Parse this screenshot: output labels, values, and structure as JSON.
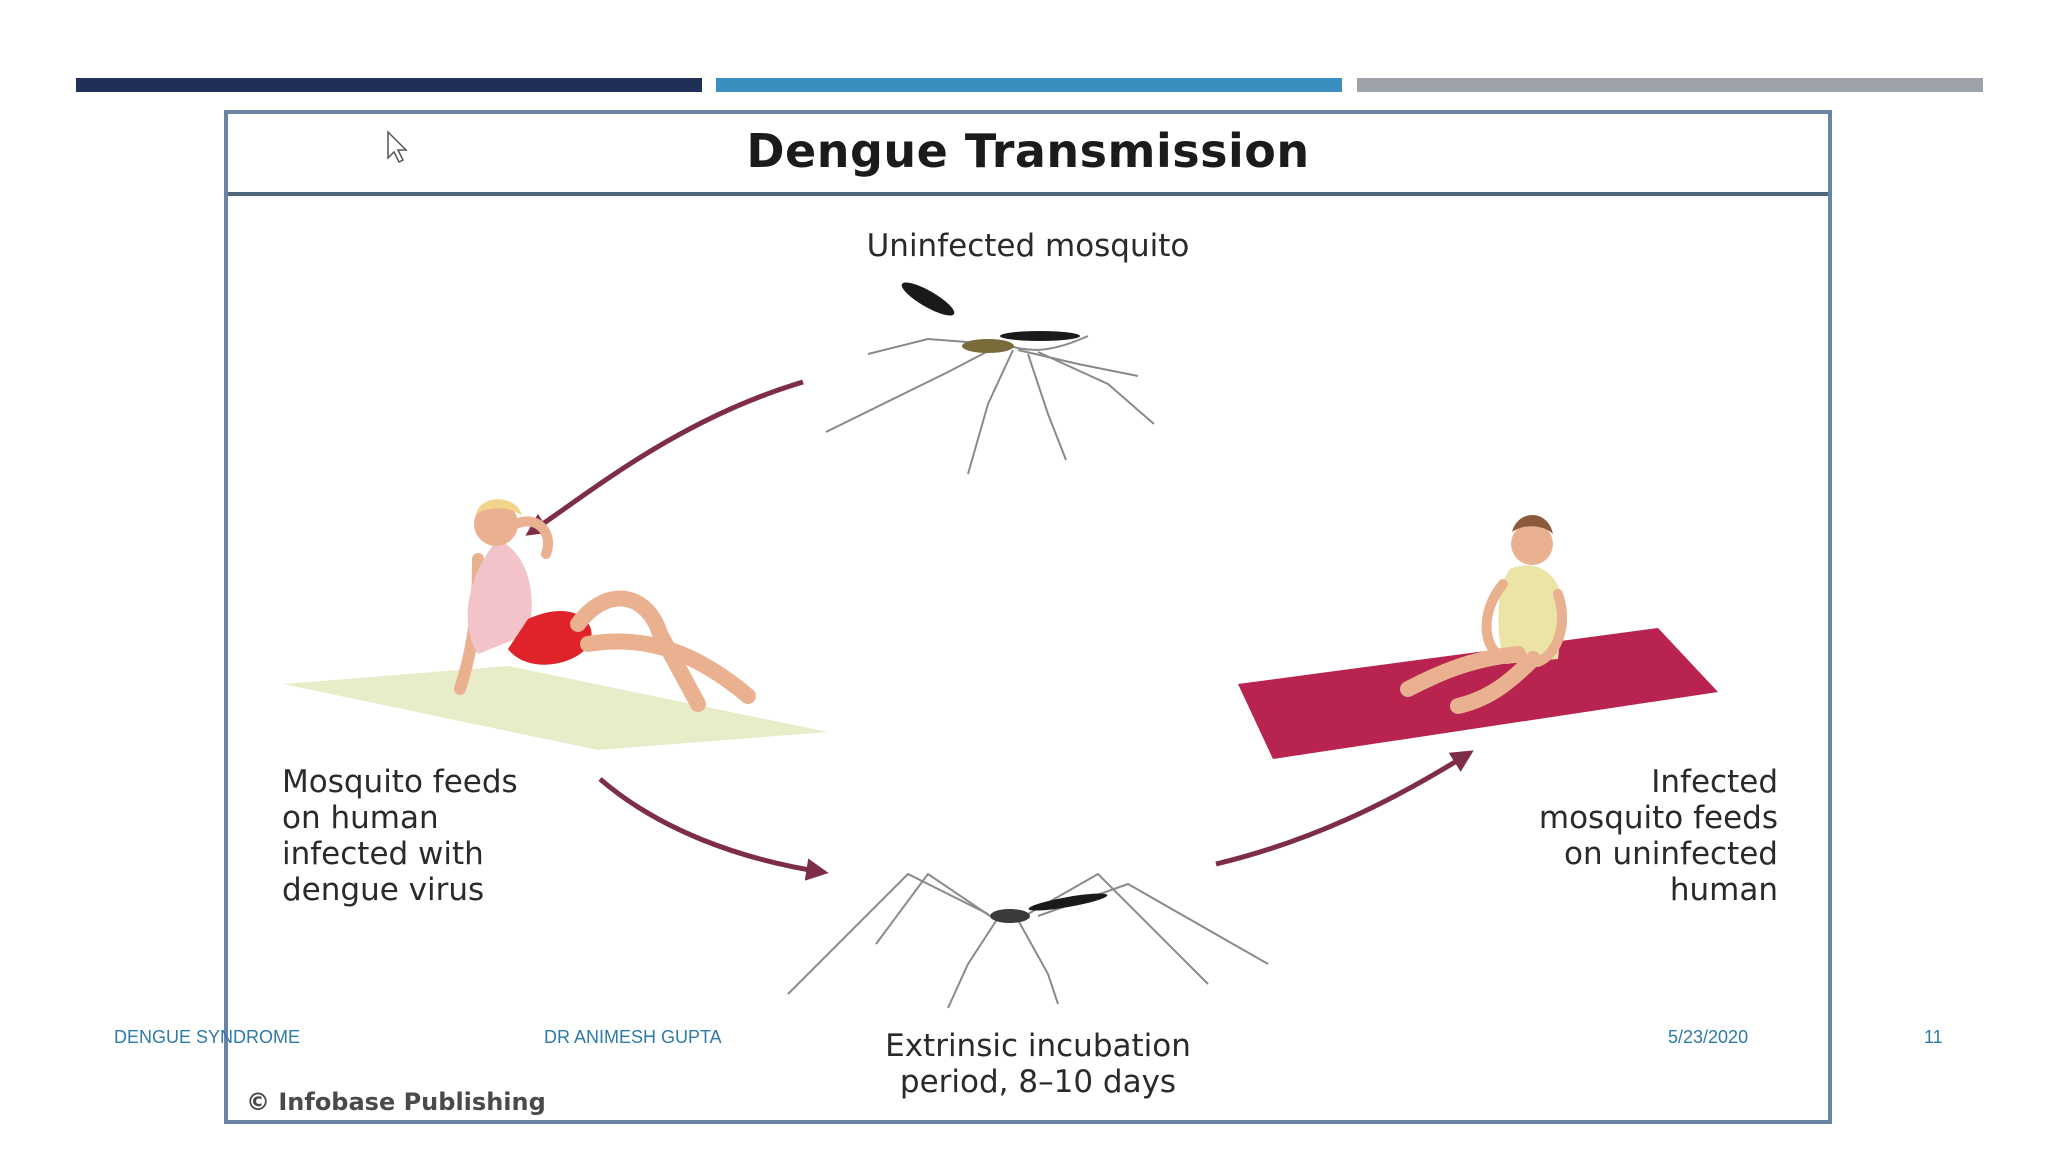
{
  "colors": {
    "bar_navy": "#1f2f57",
    "bar_blue": "#3b8ec0",
    "bar_gray": "#9ea3aa",
    "arrow": "#7d2d45",
    "frame": "#6a83a3",
    "footer_text": "#2e7aa8",
    "mat_left": "#e9ecc8",
    "mat_right": "#b8244f",
    "shorts_red": "#e0232a",
    "top_pink": "#f2c4c9",
    "skin": "#e9b18f",
    "outfit_cream": "#ece3a6"
  },
  "figure": {
    "title": "Dengue Transmission",
    "labels": {
      "uninfected_mosquito": "Uninfected mosquito",
      "infected_human_feeding": "Mosquito feeds\non human\ninfected with\ndengue virus",
      "uninfected_human_feeding": "Infected\nmosquito feeds\non uninfected\nhuman",
      "incubation": "Extrinsic incubation\nperiod, 8–10 days"
    },
    "credit": "© Infobase Publishing",
    "icons": [
      "cursor-icon",
      "mosquito-icon",
      "arrow-icon",
      "person-icon",
      "mat-icon"
    ]
  },
  "footer": {
    "presentation_title": "DENGUE SYNDROME",
    "author": "DR ANIMESH GUPTA",
    "date": "5/23/2020",
    "slide_number": "11"
  }
}
